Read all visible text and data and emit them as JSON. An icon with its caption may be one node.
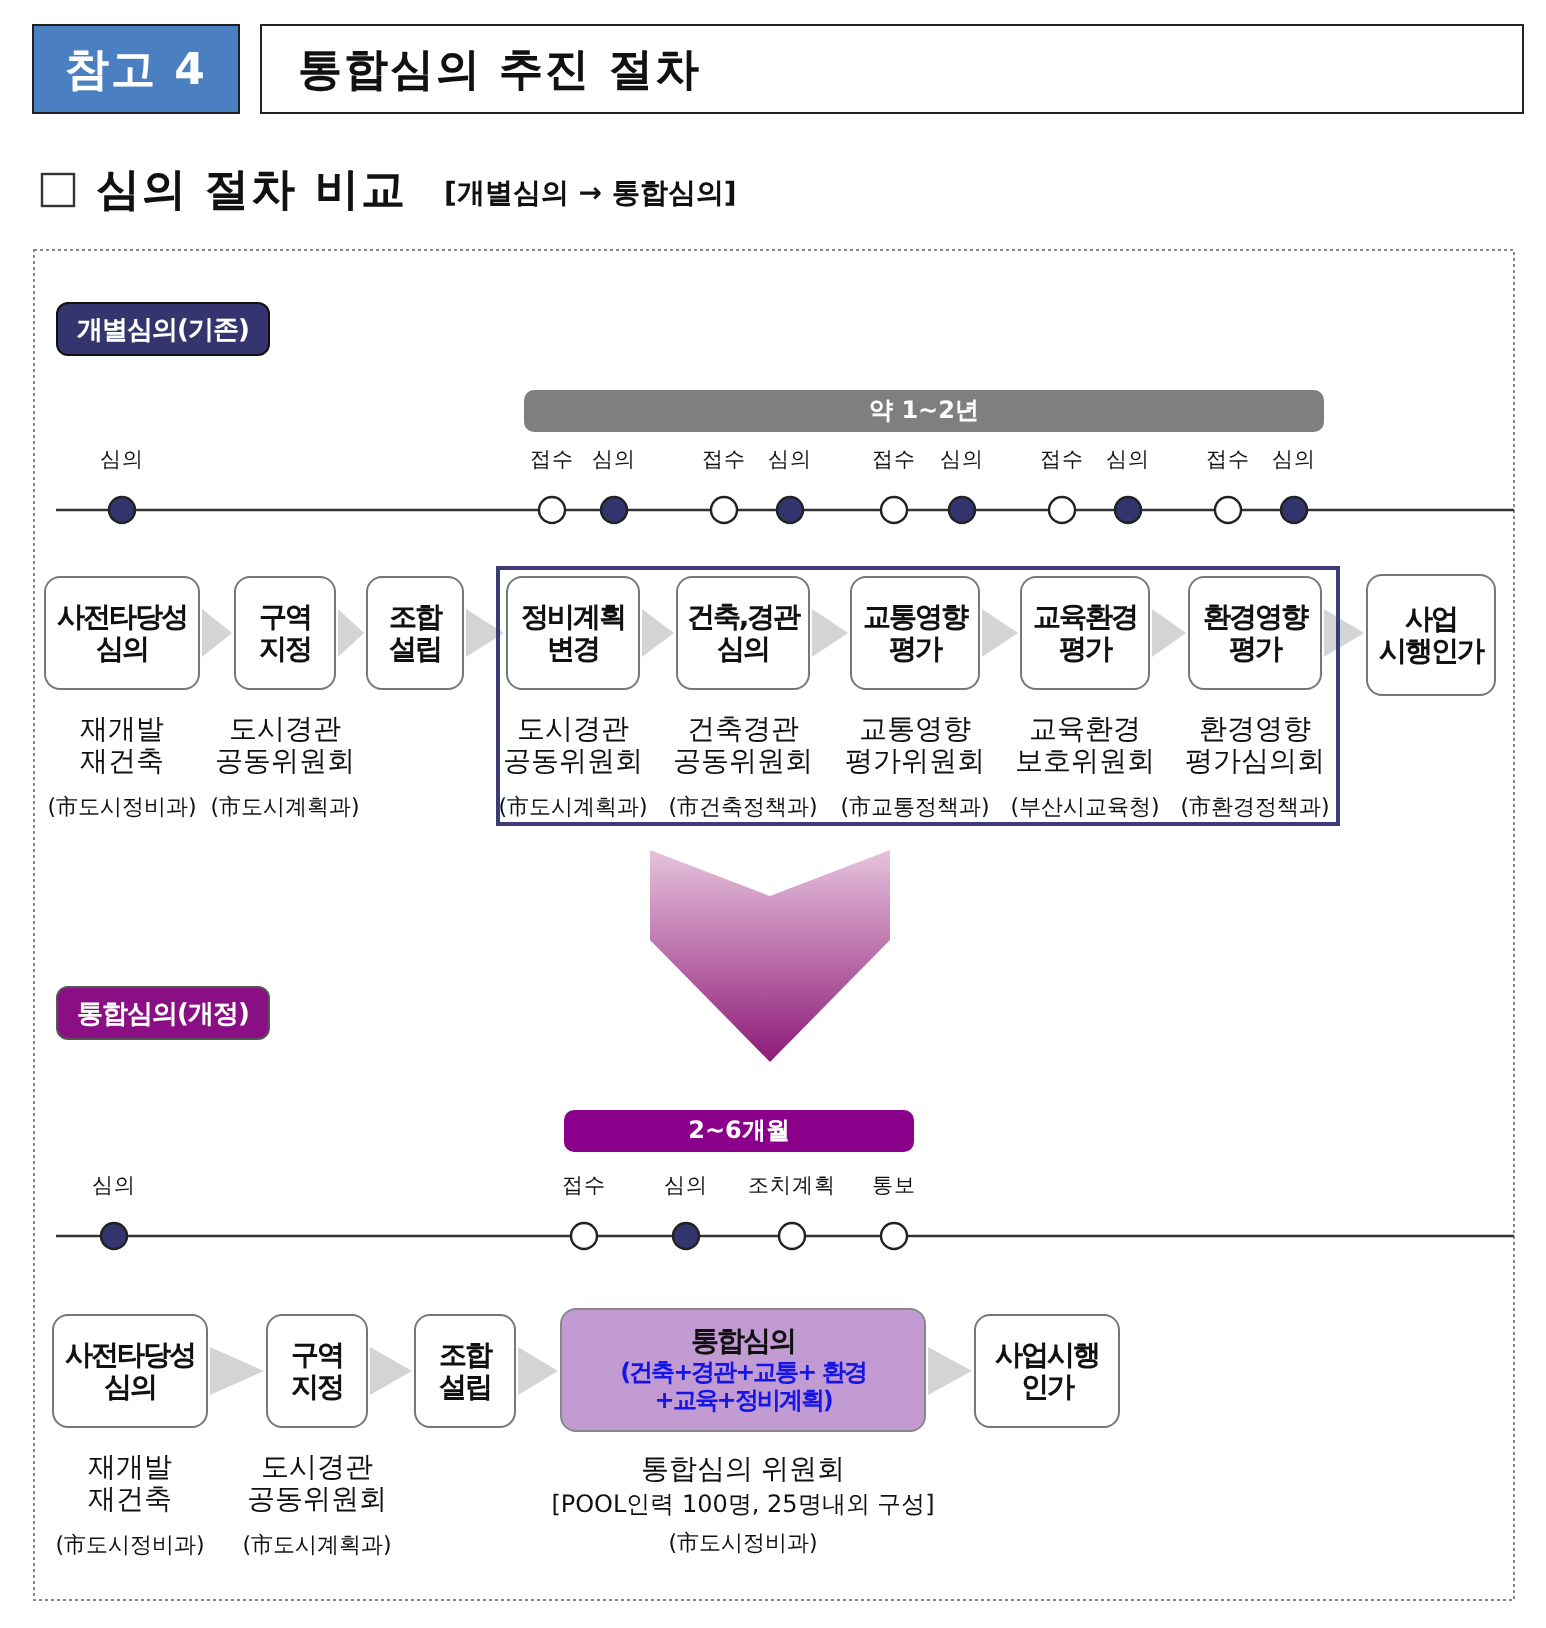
{
  "diagram": {
    "title": "통합심의 추진 절차",
    "nodes": [
      {
        "text": [
          "사전타당성 심의"
        ],
        "beside": [
          "재개발 재건축",
          "(市도시정비과)"
        ]
      },
      {
        "text": [
          "구역 지정"
        ],
        "beside": [
          "도시경관 공동위원회",
          "(市도시계획과)"
        ]
      },
      {
        "text": [
          "조합 설립"
        ]
      },
      {
        "text": [],
        "shape": "box"
      },
      {
        "text": [
          "정비계획 변경"
        ],
        "in": 3,
        "beside": [
          "도시경관 공동위원회",
          "(市도시계획과)"
        ]
      },
      {
        "text": [
          "건축,경관 심의"
        ],
        "in": 3,
        "beside": [
          "건축경관 공동위원회",
          "(市건축정책과)"
        ]
      },
      {
        "text": [
          "교통영향 평가"
        ],
        "in": 3,
        "beside": [
          "교통영향 평가위원회",
          "(市교통정책과)"
        ]
      },
      {
        "text": [
          "교육환경 평가"
        ],
        "in": 3,
        "beside": [
          "교육환경 보호위원회",
          "(부산시교육청)"
        ]
      },
      {
        "text": [
          "환경영향 평가"
        ],
        "in": 3,
        "beside": [
          "환경영향 평가심의회",
          "(市환경정책과)"
        ]
      },
      {
        "text": [
          "사업 시행인가"
        ]
      },
      {
        "text": [
          "사전타당성 심의"
        ],
        "beside": [
          "재개발 재건축",
          "(市도시정비과)"
        ]
      },
      {
        "text": [
          "구역 지정"
        ],
        "beside": [
          "도시경관 공동위원회",
          "(市도시계획과)"
        ]
      },
      {
        "text": [
          "조합 설립"
        ]
      },
      {
        "text": [
          "통합심의",
          "(건축+경관+교통+ 환경+교육+정비계획)"
        ],
        "beside": [
          "통합심의 위원회",
          "[POOL인력 100명, 25명내외 구성]",
          "(市도시정비과)"
        ]
      },
      {
        "text": [
          "사업시행 인가"
        ]
      }
    ],
    "edges": [
      {
        "from": 0,
        "to": 1,
        "arrow": "to"
      },
      {
        "from": 1,
        "to": 2,
        "arrow": "to"
      },
      {
        "from": 2,
        "to": 4,
        "arrow": "to"
      },
      {
        "from": 4,
        "to": 5,
        "arrow": "to"
      },
      {
        "from": 5,
        "to": 6,
        "arrow": "to"
      },
      {
        "from": 6,
        "to": 7,
        "arrow": "to"
      },
      {
        "from": 7,
        "to": 8,
        "arrow": "to"
      },
      {
        "from": 8,
        "to": 9,
        "arrow": "to"
      },
      {
        "from": 10,
        "to": 11,
        "arrow": "to"
      },
      {
        "from": 11,
        "to": 12,
        "arrow": "to"
      },
      {
        "from": 12,
        "to": 13,
        "arrow": "to"
      },
      {
        "from": 13,
        "to": 14,
        "arrow": "to"
      }
    ],
    "labels": [
      "참고 4",
      "심의 절차 비교",
      "[개별심의 → 통합심의]",
      "개별심의(기존)",
      "약 1~2년",
      "심의",
      "접수",
      "심의",
      "접수",
      "심의",
      "접수",
      "심의",
      "접수",
      "심의",
      "접수",
      "심의",
      "통합심의(개정)",
      "2~6개월",
      "심의",
      "접수",
      "심의",
      "조치계획",
      "통보"
    ]
  }
}
